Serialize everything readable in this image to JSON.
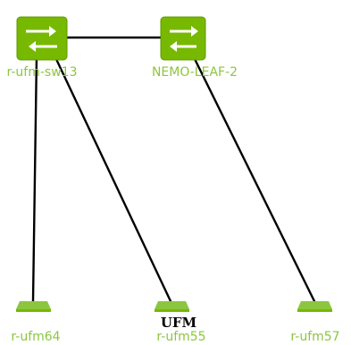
{
  "topology": {
    "colors": {
      "device_green": "#76b900",
      "device_green_light": "#8cc63f",
      "link": "#000000",
      "label": "#8cc63f",
      "arrow": "#ffffff"
    },
    "switches": [
      {
        "id": "sw13",
        "label": "r-ufm-sw13",
        "icon": "switch-icon"
      },
      {
        "id": "leaf2",
        "label": "NEMO-LEAF-2",
        "icon": "switch-icon"
      }
    ],
    "hosts": [
      {
        "id": "ufm64",
        "label": "r-ufm64",
        "icon": "host-icon",
        "badge": ""
      },
      {
        "id": "ufm55",
        "label": "r-ufm55",
        "icon": "host-icon",
        "badge": "UFM"
      },
      {
        "id": "ufm57",
        "label": "r-ufm57",
        "icon": "host-icon",
        "badge": ""
      }
    ],
    "links": [
      {
        "from": "sw13",
        "to": "leaf2"
      },
      {
        "from": "sw13",
        "to": "ufm64"
      },
      {
        "from": "sw13",
        "to": "ufm55"
      },
      {
        "from": "leaf2",
        "to": "ufm57"
      }
    ]
  }
}
